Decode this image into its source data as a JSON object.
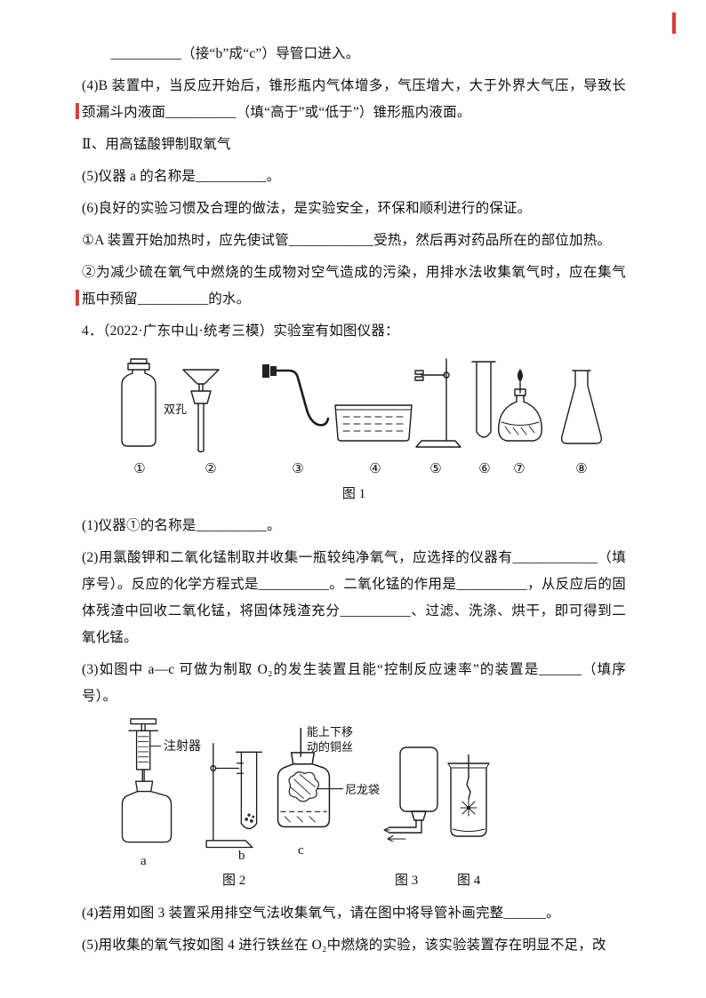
{
  "doc": {
    "p1": "__________（接“b”成“c”）导管口进入。",
    "p2": "(4)B 装置中，当反应开始后，锥形瓶内气体增多，气压增大，大于外界大气压，导致长颈漏斗内液面__________（填“高于”或“低于”）锥形瓶内液面。",
    "p3": "Ⅱ、用高锰酸钾制取氧气",
    "p4": "(5)仪器 a 的名称是__________。",
    "p5": "(6)良好的实验习惯及合理的做法，是实验安全，环保和顺利进行的保证。",
    "p6": "①A 装置开始加热时，应先使试管____________受热，然后再对药品所在的部位加热。",
    "p7": "②为减少硫在氧气中燃烧的生成物对空气造成的污染，用排水法收集氧气时，应在集气瓶中预留__________的水。",
    "p8": "4．（2022·广东中山·统考三模）实验室有如图仪器：",
    "p9": "(1)仪器①的名称是__________。",
    "p10": "(2)用氯酸钾和二氧化锰制取并收集一瓶较纯净氧气，应选择的仪器有____________（填序号）。反应的化学方程式是__________。二氧化锰的作用是__________，从反应后的固体残渣中回收二氧化锰，将固体残渣充分__________、过滤、洗涤、烘干，即可得到二氧化锰。",
    "p11": "(3)如图中 a—c 可做为制取 O₂的发生装置且能“控制反应速率”的装置是______（填序号）。",
    "p12": "(4)若用如图 3 装置采用排空气法收集氧气，请在图中将导管补画完整______。",
    "p13": "(5)用收集的氧气按如图 4 进行铁丝在 O₂中燃烧的实验，该实验装置存在明显不足，改"
  },
  "figure1": {
    "caption": "图 1",
    "double_hole_label": "双孔",
    "numbers": [
      "①",
      "②",
      "③",
      "④",
      "⑤",
      "⑥",
      "⑦",
      "⑧"
    ],
    "apparatus": [
      "wide-mouth-bottle",
      "funnel-with-double-hole-stopper",
      "bent-delivery-tube",
      "water-trough",
      "iron-stand",
      "test-tube",
      "alcohol-lamp",
      "conical-flask"
    ]
  },
  "figure2": {
    "captions": {
      "fig2": "图 2",
      "fig3": "图 3",
      "fig4": "图 4"
    },
    "labels": {
      "syringe": "注射器",
      "copper_wire": "能上下移动的铜丝",
      "nylon_bag": "尼龙袋",
      "a": "a",
      "b": "b",
      "c": "c"
    }
  },
  "annotation_mark_color": "#e8372c"
}
